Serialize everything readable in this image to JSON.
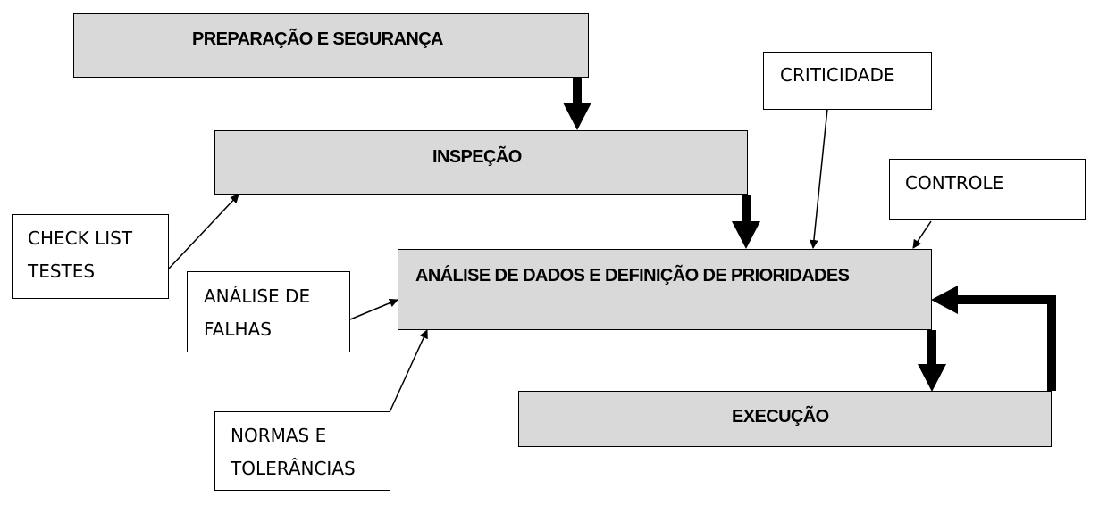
{
  "colors": {
    "process_fill": "#d9d9d9",
    "note_fill": "#ffffff",
    "stroke": "#000000"
  },
  "process": {
    "preparacao": "PREPARAÇÃO E SEGURANÇA",
    "inspecao": "INSPEÇÃO",
    "analise_dados": "ANÁLISE DE DADOS E DEFINIÇÃO DE PRIORIDADES",
    "execucao": "EXECUÇÃO"
  },
  "notes": {
    "criticidade": [
      "CRITICIDADE"
    ],
    "controle": [
      "CONTROLE"
    ],
    "check_list": [
      "CHECK LIST",
      "TESTES"
    ],
    "analise_falhas": [
      "ANÁLISE DE",
      "FALHAS"
    ],
    "normas": [
      "NORMAS E",
      "TOLERÂNCIAS"
    ]
  }
}
